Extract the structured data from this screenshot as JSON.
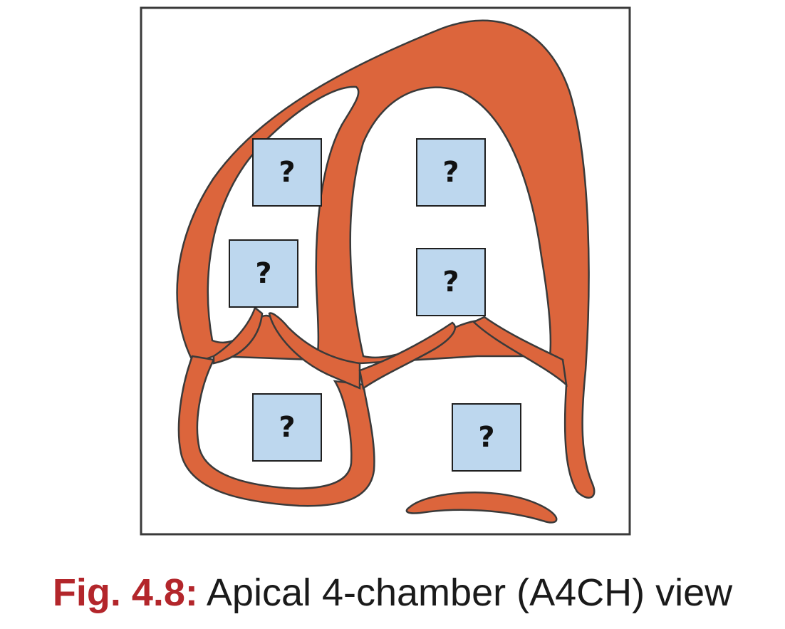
{
  "figure": {
    "label": "Fig. 4.8:",
    "title": " Apical 4-chamber (A4CH) view"
  },
  "colors": {
    "myocardium": "#dc653c",
    "outline": "#3a3a3a",
    "frame": "#3a3a3a",
    "label_box_fill": "#bdd7ee",
    "caption_label": "#b3262b",
    "caption_text": "#1a1a1a"
  },
  "labels": [
    {
      "id": "upper-left",
      "text": "?"
    },
    {
      "id": "upper-right",
      "text": "?"
    },
    {
      "id": "middle-left",
      "text": "?"
    },
    {
      "id": "middle-right",
      "text": "?"
    },
    {
      "id": "lower-left",
      "text": "?"
    },
    {
      "id": "lower-right",
      "text": "?"
    }
  ]
}
